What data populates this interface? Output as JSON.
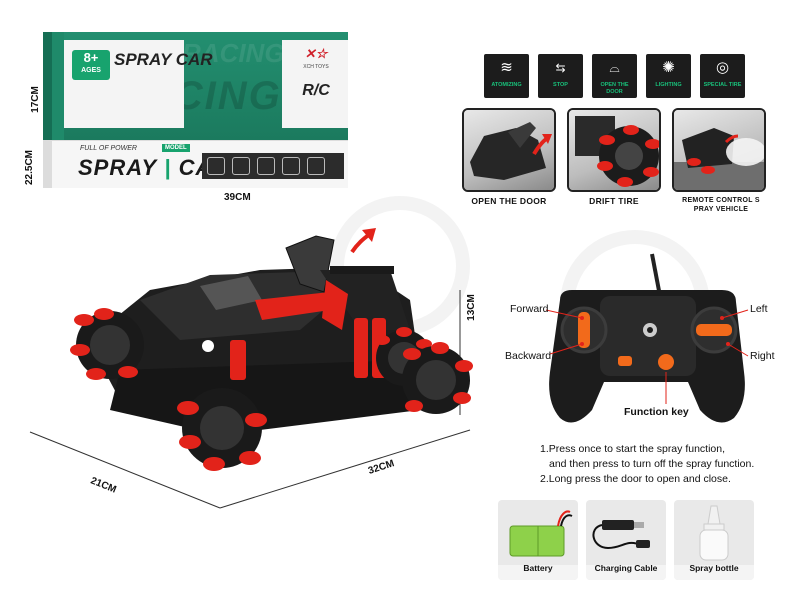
{
  "box": {
    "age_number": "8+",
    "age_label": "AGES",
    "brand_top": "SPRAY CAR",
    "model_tag": "MODEL",
    "racing_bg": "RACING",
    "logo_brand": "XCH TOYS",
    "logo_rc": "R/C",
    "full_of_power": "FULL OF POWER",
    "spray": "SPRAY",
    "car": "CAR"
  },
  "dimensions": {
    "box_height": "17CM",
    "box_depth": "22.5CM",
    "box_width": "39CM",
    "car_height": "13CM",
    "car_width": "21CM",
    "car_length": "32CM"
  },
  "features": [
    {
      "label": "ATOMIZING",
      "icon": "spray-icon"
    },
    {
      "label": "STOP",
      "icon": "stop-arrows-icon"
    },
    {
      "label": "OPEN THE DOOR",
      "icon": "car-door-icon"
    },
    {
      "label": "LIGHTING",
      "icon": "light-bulb-icon"
    },
    {
      "label": "SPECIAL TIRE",
      "icon": "tire-icon"
    }
  ],
  "photos": [
    {
      "caption": "OPEN THE DOOR"
    },
    {
      "caption": "DRIFT TIRE"
    },
    {
      "caption": "REMOTE CONTROL S PRAY VEHICLE"
    }
  ],
  "remote": {
    "forward": "Forward",
    "backward": "Backward",
    "left": "Left",
    "right": "Right",
    "function_key": "Function key"
  },
  "instructions": [
    "1.Press once to start the spray function,",
    "and then press to turn off the spray function.",
    "2.Long press the door to open and close."
  ],
  "accessories": [
    {
      "label": "Battery"
    },
    {
      "label": "Charging Cable"
    },
    {
      "label": "Spray bottle"
    }
  ],
  "colors": {
    "box_green": "#1f8a6a",
    "accent_red": "#e2231a",
    "car_black": "#1e1e1e"
  }
}
